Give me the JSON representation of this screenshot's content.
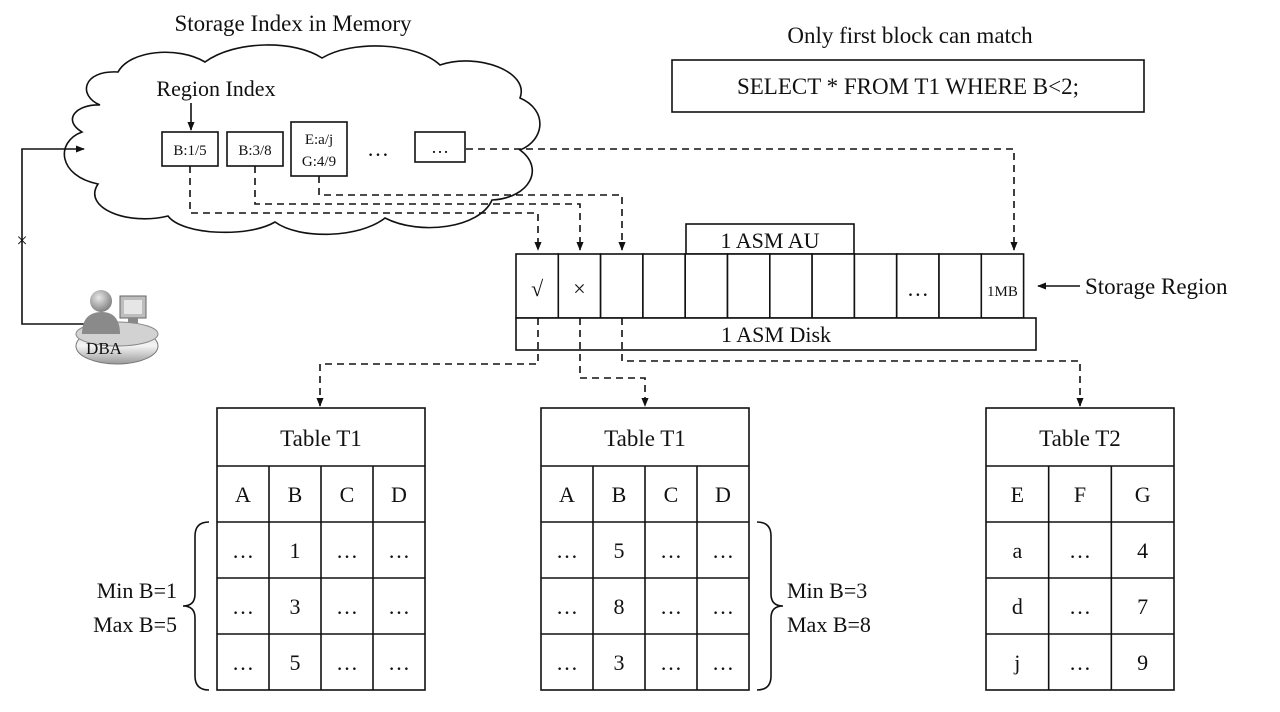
{
  "memory": {
    "title": "Storage Index in Memory",
    "region_index_label": "Region Index",
    "entries": [
      {
        "lines": [
          "B:1/5"
        ]
      },
      {
        "lines": [
          "B:3/8"
        ]
      },
      {
        "lines": [
          "E:a/j",
          "G:4/9"
        ]
      },
      {
        "lines": [
          "…"
        ]
      }
    ],
    "ellipsis": "…"
  },
  "query": {
    "caption": "Only first block can match",
    "sql": "SELECT * FROM T1 WHERE B<2;"
  },
  "storage": {
    "au_label": "1 ASM AU",
    "disk_label": "1 ASM Disk",
    "region_label": "Storage Region",
    "cells": [
      "√",
      "×",
      "",
      "",
      "",
      "",
      "",
      "",
      "",
      "…",
      "",
      "1MB"
    ]
  },
  "dba": {
    "label": "DBA",
    "blocked_mark": "×"
  },
  "tables": [
    {
      "title": "Table T1",
      "columns": [
        "A",
        "B",
        "C",
        "D"
      ],
      "rows": [
        [
          "…",
          "1",
          "…",
          "…"
        ],
        [
          "…",
          "3",
          "…",
          "…"
        ],
        [
          "…",
          "5",
          "…",
          "…"
        ]
      ],
      "brace_side": "left",
      "min_label": "Min B=1",
      "max_label": "Max B=5"
    },
    {
      "title": "Table T1",
      "columns": [
        "A",
        "B",
        "C",
        "D"
      ],
      "rows": [
        [
          "…",
          "5",
          "…",
          "…"
        ],
        [
          "…",
          "8",
          "…",
          "…"
        ],
        [
          "…",
          "3",
          "…",
          "…"
        ]
      ],
      "brace_side": "right",
      "min_label": "Min B=3",
      "max_label": "Max B=8"
    },
    {
      "title": "Table T2",
      "columns": [
        "E",
        "F",
        "G"
      ],
      "rows": [
        [
          "a",
          "…",
          "4"
        ],
        [
          "d",
          "…",
          "7"
        ],
        [
          "j",
          "…",
          "9"
        ]
      ],
      "brace_side": "none",
      "min_label": "",
      "max_label": ""
    }
  ]
}
